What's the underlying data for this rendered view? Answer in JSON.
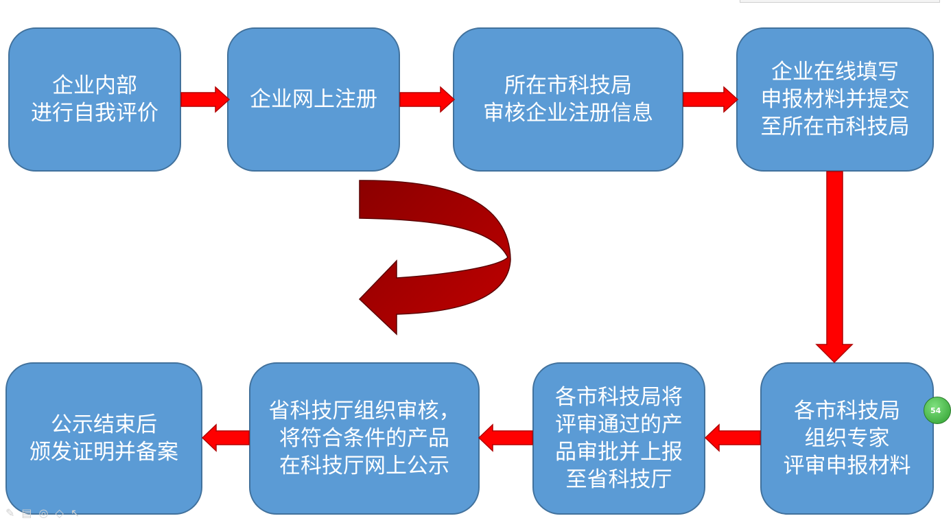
{
  "steps": [
    {
      "id": "b1",
      "text": "企业内部\n进行自我评价"
    },
    {
      "id": "b2",
      "text": "企业网上注册"
    },
    {
      "id": "b3",
      "text": "所在市科技局\n审核企业注册信息"
    },
    {
      "id": "b4",
      "text": "企业在线填写\n申报材料并提交\n至所在市科技局"
    },
    {
      "id": "b5",
      "text": "各市科技局\n组织专家\n评审申报材料"
    },
    {
      "id": "b6",
      "text": "各市科技局将\n评审通过的产\n品审批并上报\n至省科技厅"
    },
    {
      "id": "b7",
      "text": "省科技厅组织审核，\n将符合条件的产品\n在科技厅网上公示"
    },
    {
      "id": "b8",
      "text": "公示结束后\n颁发证明并备案"
    }
  ],
  "colors": {
    "box_fill": "#5b9bd5",
    "box_border": "#41719c",
    "arrow": "#ff0000",
    "curved_arrow": "#c00000"
  },
  "slide_badge": "54",
  "toolbar_icons": [
    "pen-icon",
    "slide-icon",
    "pointer-circle-icon",
    "eraser-icon",
    "cursor-icon"
  ]
}
